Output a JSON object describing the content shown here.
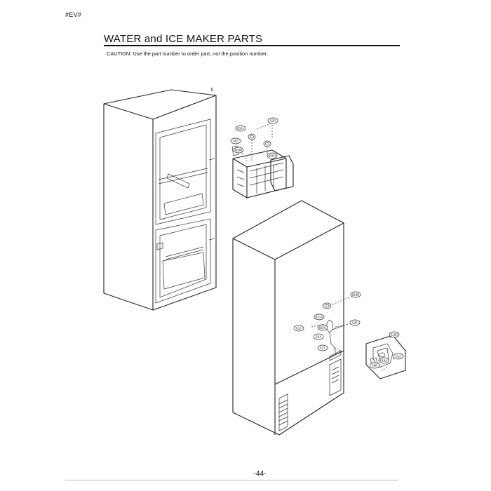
{
  "header": {
    "tag": "#EV#"
  },
  "title": "WATER and ICE MAKER PARTS",
  "caution": "CAUTION: Use the part number to order part, not the position number.",
  "page_number": "-44-",
  "callouts": {
    "c523": "523",
    "c502a": "602A",
    "c603": "603",
    "c600b": "600B",
    "c600a": "600A",
    "c522b": "522B",
    "c621a": "621A",
    "c616": "616",
    "c525": "525",
    "c622c": "622C",
    "c624": "624",
    "c527": "527",
    "c618c": "618C",
    "c513": "513",
    "c618a": "618A",
    "c598": "598"
  }
}
